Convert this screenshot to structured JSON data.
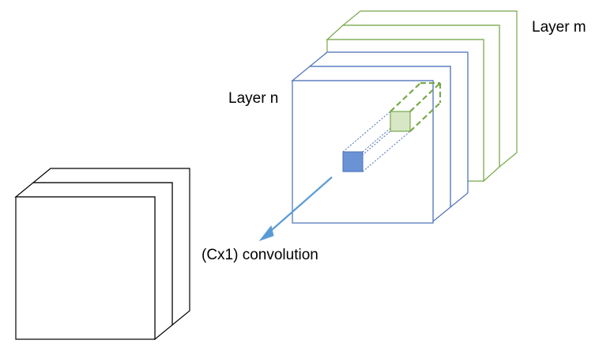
{
  "labels": {
    "layer_m": "Layer m",
    "layer_n": "Layer n",
    "convolution": "(Cx1) convolution"
  },
  "colors": {
    "green": "#77a84a",
    "green_fill": "#d7e7c5",
    "blue": "#4a6fb8",
    "blue_fill": "#6a93d6",
    "arrow": "#5b9bd5",
    "black": "#000000"
  }
}
